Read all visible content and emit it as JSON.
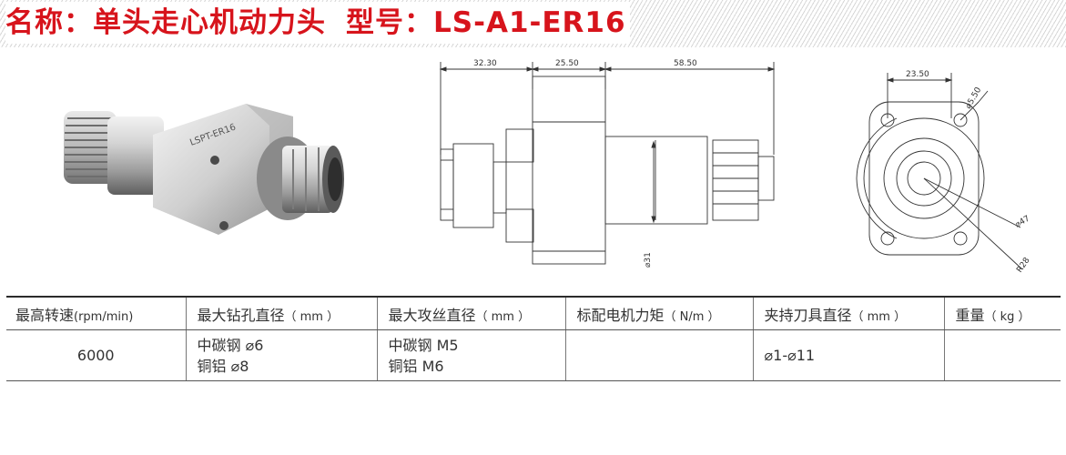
{
  "title": {
    "name_label": "名称：",
    "name_value": "单头走心机动力头",
    "model_label": "型号：",
    "model_value": "LS-A1-ER16"
  },
  "colors": {
    "title_red": "#d7141c",
    "text_gray": "#333333",
    "rule_dark": "#2b2b2b"
  },
  "photo": {
    "engraving": "LSPT-ER16"
  },
  "side_view": {
    "dimensions": [
      "32.30",
      "25.50",
      "58.50",
      "⌀31"
    ]
  },
  "front_view": {
    "dimensions": [
      "23.50",
      "⌀5.50",
      "⌀47",
      "R28"
    ]
  },
  "table": {
    "headers": [
      {
        "main": "最高转速",
        "unit": "(rpm/min)"
      },
      {
        "main": "最大钻孔直径",
        "unit": "（ mm ）"
      },
      {
        "main": "最大攻丝直径",
        "unit": "（ mm ）"
      },
      {
        "main": "标配电机力矩",
        "unit": "（ N/m ）"
      },
      {
        "main": "夹持刀具直径",
        "unit": "（ mm ）"
      },
      {
        "main": "重量",
        "unit": "（ kg ）"
      }
    ],
    "row": [
      [
        "6000"
      ],
      [
        "中碳钢 ⌀6",
        "铜铝 ⌀8"
      ],
      [
        "中碳钢 M5",
        "铜铝 M6"
      ],
      [],
      [
        "⌀1-⌀11"
      ],
      []
    ]
  }
}
